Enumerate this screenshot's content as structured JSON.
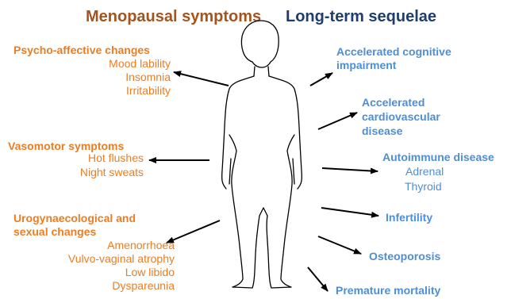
{
  "headers": {
    "left": "Menopausal symptoms",
    "right": "Long-term sequelae"
  },
  "left_groups": [
    {
      "title": "Psycho-affective changes",
      "items": [
        "Mood lability",
        "Insomnia",
        "Irritability"
      ]
    },
    {
      "title": "Vasomotor symptoms",
      "items": [
        "Hot flushes",
        "Night sweats"
      ]
    },
    {
      "title": "Urogynaecological and",
      "title2": "sexual changes",
      "items": [
        "Amenorrhoea",
        "Vulvo-vaginal atrophy",
        "Low libido",
        "Dyspareunia"
      ]
    }
  ],
  "right_groups": [
    {
      "lines": [
        "Accelerated cognitive",
        "impairment"
      ]
    },
    {
      "lines": [
        "Accelerated",
        "cardiovascular",
        "disease"
      ]
    },
    {
      "title": "Autoimmune disease",
      "items": [
        "Adrenal",
        "Thyroid"
      ]
    },
    {
      "lines": [
        "Infertility"
      ]
    },
    {
      "lines": [
        "Osteoporosis"
      ]
    },
    {
      "lines": [
        "Premature mortality"
      ]
    }
  ],
  "colors": {
    "left_header": "#a4541c",
    "right_header": "#1f3e6e",
    "orange": "#ec7d22",
    "blue": "#4f8ed3"
  }
}
